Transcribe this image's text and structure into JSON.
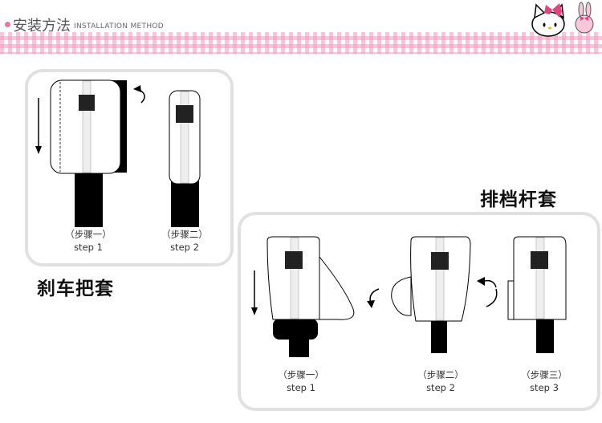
{
  "header": {
    "title": "安装方法",
    "subtitle": "INSTALLATION METHOD"
  },
  "brake_cover": {
    "title": "刹车把套",
    "steps": [
      {
        "cn": "（步骤一）",
        "en": "step 1"
      },
      {
        "cn": "（步骤二）",
        "en": "step 2"
      }
    ]
  },
  "gear_cover": {
    "title": "排档杆套",
    "steps": [
      {
        "cn": "（步骤一）",
        "en": "step 1"
      },
      {
        "cn": "（步骤二）",
        "en": "step 2"
      },
      {
        "cn": "（步骤三）",
        "en": "step 3"
      }
    ]
  },
  "colors": {
    "accent": "#e27aa0",
    "gingham": "#f4a0c0",
    "border": "#e1e1e1"
  }
}
